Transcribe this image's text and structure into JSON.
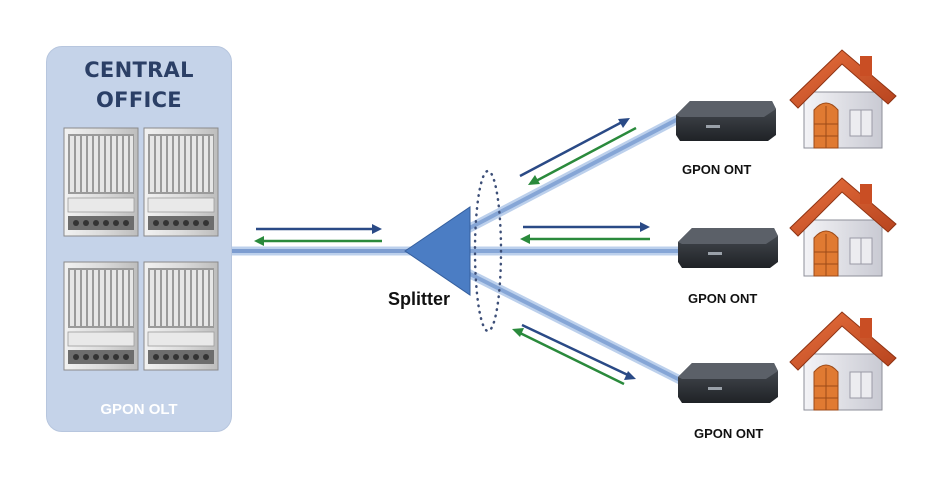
{
  "central_office": {
    "title_line1": "CENTRAL",
    "title_line2": "OFFICE",
    "olt_label": "GPON OLT"
  },
  "splitter": {
    "label": "Splitter"
  },
  "onts": [
    {
      "label": "GPON ONT"
    },
    {
      "label": "GPON ONT"
    },
    {
      "label": "GPON ONT"
    }
  ],
  "colors": {
    "panel": "#c5d3e9",
    "title": "#2b3f66",
    "fiber": "#8fb0de",
    "splitter": "#4b7dc4",
    "downstream_arrow": "#2a4a86",
    "upstream_arrow": "#2a8a3c",
    "roof": "#d4582a",
    "door": "#e07a32"
  }
}
